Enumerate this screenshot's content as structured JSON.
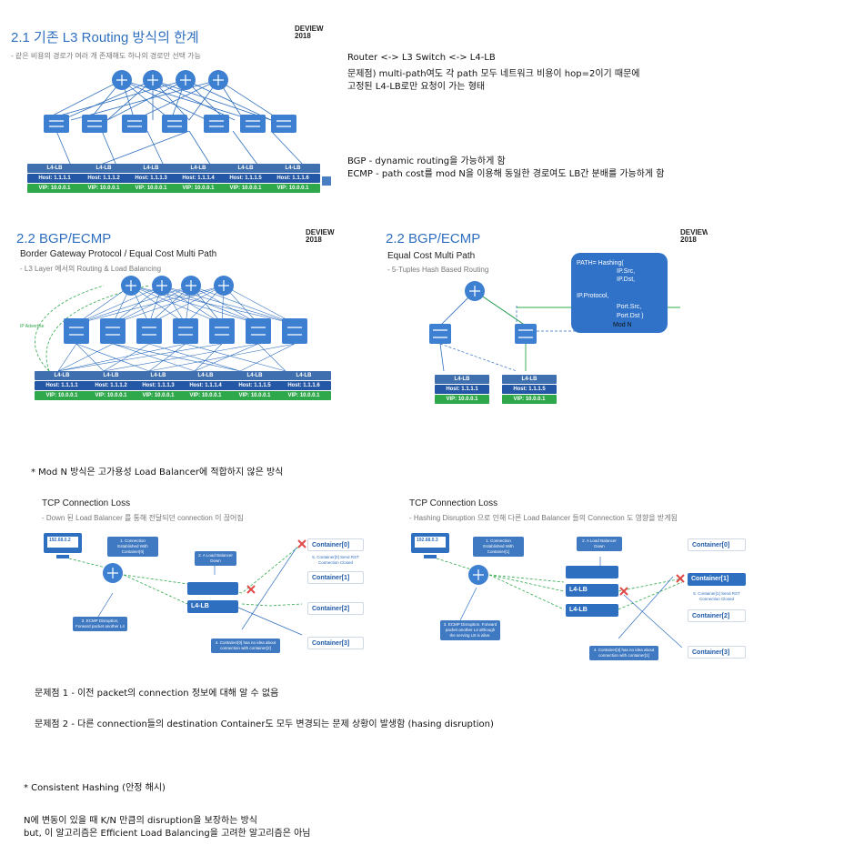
{
  "slide1": {
    "title": "2.1 기존 L3 Routing 방식의 한계",
    "subtitle": "- 같은 비용의 경로가 여러 개 존재해도 하나의 경로만 선택 가능",
    "deview": "DEVIEW",
    "deview_year": "2018",
    "lbs": [
      {
        "label": "L4-LB",
        "host": "Host: 1.1.1.1",
        "vip": "VIP: 10.0.0.1"
      },
      {
        "label": "L4-LB",
        "host": "Host: 1.1.1.2",
        "vip": "VIP: 10.0.0.1"
      },
      {
        "label": "L4-LB",
        "host": "Host: 1.1.1.3",
        "vip": "VIP: 10.0.0.1"
      },
      {
        "label": "L4-LB",
        "host": "Host: 1.1.1.4",
        "vip": "VIP: 10.0.0.1"
      },
      {
        "label": "L4-LB",
        "host": "Host: 1.1.1.5",
        "vip": "VIP: 10.0.0.1"
      },
      {
        "label": "L4-LB",
        "host": "Host: 1.1.1.6",
        "vip": "VIP: 10.0.0.1"
      }
    ]
  },
  "notes1": {
    "line1": "Router <-> L3 Switch <-> L4-LB",
    "line2": "문제점) multi-path여도 각 path 모두 네트워크 비용이 hop=2이기 때문에",
    "line3": "고정된 L4-LB로만 요청이 가는 형태",
    "line4": "BGP - dynamic routing을 가능하게 함",
    "line5": "ECMP - path cost를 mod N을 이용해 동일한 경로여도 LB간 분배를 가능하게 함"
  },
  "slide2": {
    "title": "2.2 BGP/ECMP",
    "subtitle": "Border Gateway Protocol / Equal Cost Multi Path",
    "note": "- L3 Layer 에서의 Routing & Load Balancing",
    "advertise": "IP Advertise",
    "deview": "DEVIEW",
    "deview_year": "2018",
    "lbs": [
      {
        "label": "L4-LB",
        "host": "Host: 1.1.1.1",
        "vip": "VIP: 10.0.0.1"
      },
      {
        "label": "L4-LB",
        "host": "Host: 1.1.1.2",
        "vip": "VIP: 10.0.0.1"
      },
      {
        "label": "L4-LB",
        "host": "Host: 1.1.1.3",
        "vip": "VIP: 10.0.0.1"
      },
      {
        "label": "L4-LB",
        "host": "Host: 1.1.1.4",
        "vip": "VIP: 10.0.0.1"
      },
      {
        "label": "L4-LB",
        "host": "Host: 1.1.1.5",
        "vip": "VIP: 10.0.0.1"
      },
      {
        "label": "L4-LB",
        "host": "Host: 1.1.1.6",
        "vip": "VIP: 10.0.0.1"
      }
    ]
  },
  "slide3": {
    "title": "2.2 BGP/ECMP",
    "subtitle": "Equal Cost Multi Path",
    "note": "- 5-Tuples Hash Based Routing",
    "deview": "DEVIEW",
    "deview_year": "2018",
    "hash_lines": [
      "PATH= Hashing(",
      "IP.Src,",
      "IP.Dst,",
      "IP.Protocol,",
      "Port.Src,",
      "Port.Dst )",
      "Mod N"
    ],
    "lbs": [
      {
        "label": "L4-LB",
        "host": "Host: 1.1.1.1",
        "vip": "VIP: 10.0.0.1"
      },
      {
        "label": "L4-LB",
        "host": "Host: 1.1.1.5",
        "vip": "VIP: 10.0.0.1"
      }
    ]
  },
  "note_mod": "* Mod N 방식은 고가용성 Load Balancer에 적합하지 않은 방식",
  "slide4": {
    "title": "TCP Connection Loss",
    "note": "- Down 된 Load Balancer 를 통해 전달되던 connection 이 끊어짐",
    "ip": "192.68.0.2",
    "lb": "L4-LB",
    "containers": [
      "Container[0]",
      "Container[1]",
      "Container[2]",
      "Container[3]"
    ],
    "cap1": "1. Connection Established With Container[0]",
    "cap2": "2. A Load Balancer Down",
    "cap3": "3. ECMP Disruption, Forward packet another L4",
    "cap4": "4. Container[0] has no idea about connection with container[2]",
    "cap5": "5. Container[0] Send RST Connection Closed"
  },
  "slide5": {
    "title": "TCP Connection Loss",
    "note": "- Hashing Disruption 으로 인해 다른 Load Balancer 들의 Connection 도 영향을 받게됨",
    "ip": "192.68.0.3",
    "lb": "L4-LB",
    "containers": [
      "Container[0]",
      "Container[1]",
      "Container[2]",
      "Container[3]"
    ],
    "cap1": "1. Connection Established With Container[1]",
    "cap2": "2. A Load Balancer Down",
    "cap3": "3. ECMP Disruption. Forward packet another L4 although the serving LB is alive.",
    "cap4": "4. Container[3] has no idea about connection with container[1]",
    "cap5": "5. Container[1] Send RST Connection Closed"
  },
  "problem1": "문제점 1 - 이전 packet의 connection 정보에 대해 알 수 없음",
  "problem2": "문제점 2 - 다른 connection들의 destination Container도 모두 변경되는 문제 상황이 발생함 (hasing disruption)",
  "consistent": "* Consistent Hashing (안정 해시)",
  "line_n": "N에 변동이 있을 때 K/N 만큼의 disruption을 보장하는 방식",
  "line_but": "but, 이 알고리즘은 Efficient Load Balancing을 고려한 알고리즘은 아님",
  "colors": {
    "accent": "#2f6fbf",
    "switch": "#3d7fd0",
    "green": "#2ea84a"
  }
}
